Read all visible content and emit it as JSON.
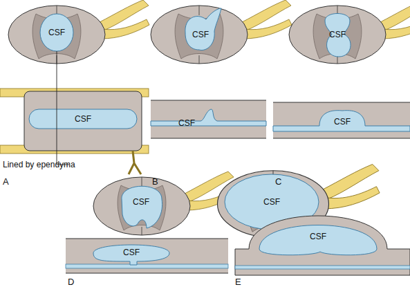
{
  "diagram": {
    "labels": [
      "CSF",
      "CSF",
      "CSF",
      "CSF",
      "CSF",
      "CSF",
      "Lined by ependyma",
      "A",
      "B",
      "C",
      "CSF",
      "CSF",
      "CSF",
      "CSF",
      "D",
      "E"
    ]
  }
}
